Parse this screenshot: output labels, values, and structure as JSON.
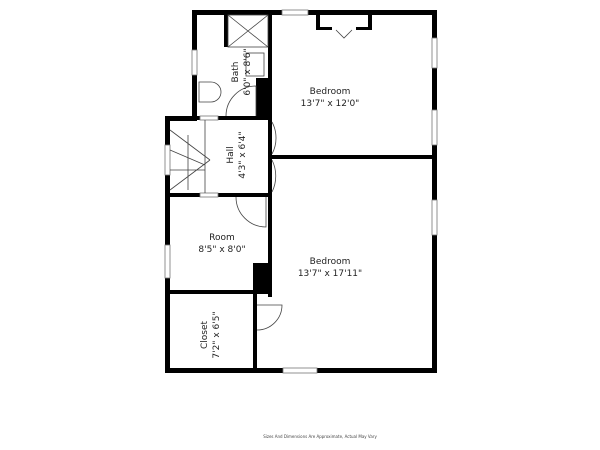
{
  "rooms": {
    "bedroom_top": {
      "name": "Bedroom",
      "size": "13'7\" x 12'0\""
    },
    "bedroom_bottom": {
      "name": "Bedroom",
      "size": "13'7\" x 17'11\""
    },
    "bath": {
      "name": "Bath",
      "size": "6'0\" x 8'6\""
    },
    "hall": {
      "name": "Hall",
      "size": "4'3\" x 6'4\""
    },
    "room": {
      "name": "Room",
      "size": "8'5\" x 8'0\""
    },
    "closet": {
      "name": "Closet",
      "size": "7'2\" x 6'5\""
    }
  },
  "footer": "Sizes And Dimensions Are Approximate, Actual May Vary",
  "colors": {
    "wall": "#000000",
    "background": "#ffffff"
  }
}
